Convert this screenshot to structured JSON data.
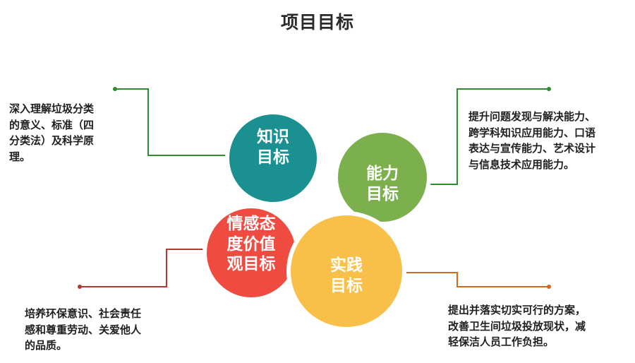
{
  "title": "项目目标",
  "colors": {
    "knowledge": "#1a9090",
    "ability": "#7bb04c",
    "values": "#ef4b40",
    "practice": "#f8c049",
    "line_green": "#2e8b2e",
    "line_red": "#b03a2e",
    "line_orange": "#d2691e"
  },
  "circles": {
    "knowledge": {
      "lines": [
        "知识",
        "目标"
      ]
    },
    "ability": {
      "lines": [
        "能力",
        "目标"
      ]
    },
    "values": {
      "lines": [
        "情感态",
        "度价值",
        "观目标"
      ]
    },
    "practice": {
      "lines": [
        "实践",
        "目标"
      ]
    }
  },
  "notes": {
    "knowledge": {
      "lines": [
        "深入理解垃圾分类",
        "的意义、标准（四",
        "分类法）及科学原",
        "理。"
      ]
    },
    "ability": {
      "lines": [
        "提升问题发现与解决能力、",
        "跨学科知识应用能力、口语",
        "表达与宣传能力、艺术设计",
        "与信息技术应用能力。"
      ]
    },
    "values": {
      "lines": [
        "培养环保意识、社会责任",
        "感和尊重劳动、关爱他人",
        "的品质。"
      ]
    },
    "practice": {
      "lines": [
        "提出并落实切实可行的方案，",
        "改善卫生间垃圾投放现状，减",
        "轻保洁人员工作负担。"
      ]
    }
  }
}
